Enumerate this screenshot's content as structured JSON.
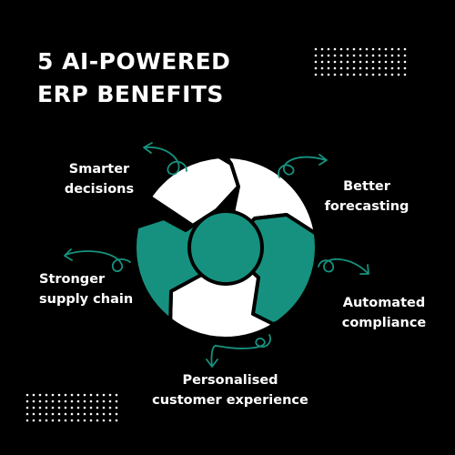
{
  "title": {
    "line1": "5 AI-POWERED",
    "line2": "ERP BENEFITS"
  },
  "benefits": [
    {
      "line1": "Smarter",
      "line2": "decisions",
      "segment_color": "#ffffff"
    },
    {
      "line1": "Better",
      "line2": "forecasting",
      "segment_color": "#ffffff"
    },
    {
      "line1": "Automated",
      "line2": "compliance",
      "segment_color": "#17917f"
    },
    {
      "line1": "Personalised",
      "line2": "customer experience",
      "segment_color": "#ffffff"
    },
    {
      "line1": "Stronger",
      "line2": "supply chain",
      "segment_color": "#17917f"
    }
  ],
  "colors": {
    "background": "#000000",
    "accent": "#17917f",
    "segment_light": "#ffffff",
    "outline": "#000000",
    "text": "#ffffff"
  },
  "icons": {
    "arrow": "curly-arrow-icon",
    "dots": "dot-grid-decoration"
  }
}
